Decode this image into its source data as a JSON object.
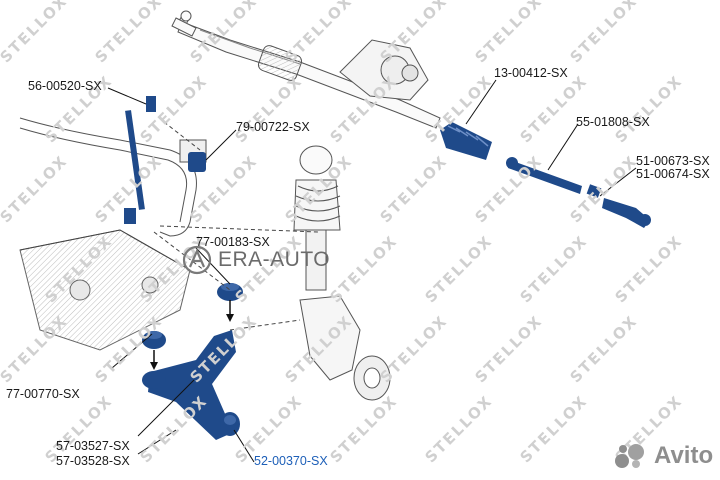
{
  "watermark": {
    "text": "STELLOX"
  },
  "brand": {
    "text": "ERA-AUTO",
    "color": "#7a7a7a"
  },
  "site": {
    "text": "Avito",
    "dot_colors": [
      "#8e8e8e",
      "#a0a0a0",
      "#b4b4b4",
      "#8e8e8e"
    ]
  },
  "colors": {
    "part_blue": "#1f4a8a",
    "leader_line": "#111111",
    "highlight_label": "#1d5fb8",
    "outline": "#555555"
  },
  "callouts": [
    {
      "id": "56-00520-SX",
      "label": "56-00520-SX"
    },
    {
      "id": "79-00722-SX",
      "label": "79-00722-SX"
    },
    {
      "id": "13-00412-SX",
      "label": "13-00412-SX"
    },
    {
      "id": "55-01808-SX",
      "label": "55-01808-SX"
    },
    {
      "id": "51-00673-SX",
      "label": "51-00673-SX"
    },
    {
      "id": "51-00674-SX",
      "label": "51-00674-SX"
    },
    {
      "id": "77-00183-SX",
      "label": "77-00183-SX"
    },
    {
      "id": "77-00770-SX",
      "label": "77-00770-SX"
    },
    {
      "id": "57-03527-SX",
      "label": "57-03527-SX"
    },
    {
      "id": "57-03528-SX",
      "label": "57-03528-SX"
    },
    {
      "id": "52-00370-SX",
      "label": "52-00370-SX",
      "highlighted": true
    }
  ]
}
